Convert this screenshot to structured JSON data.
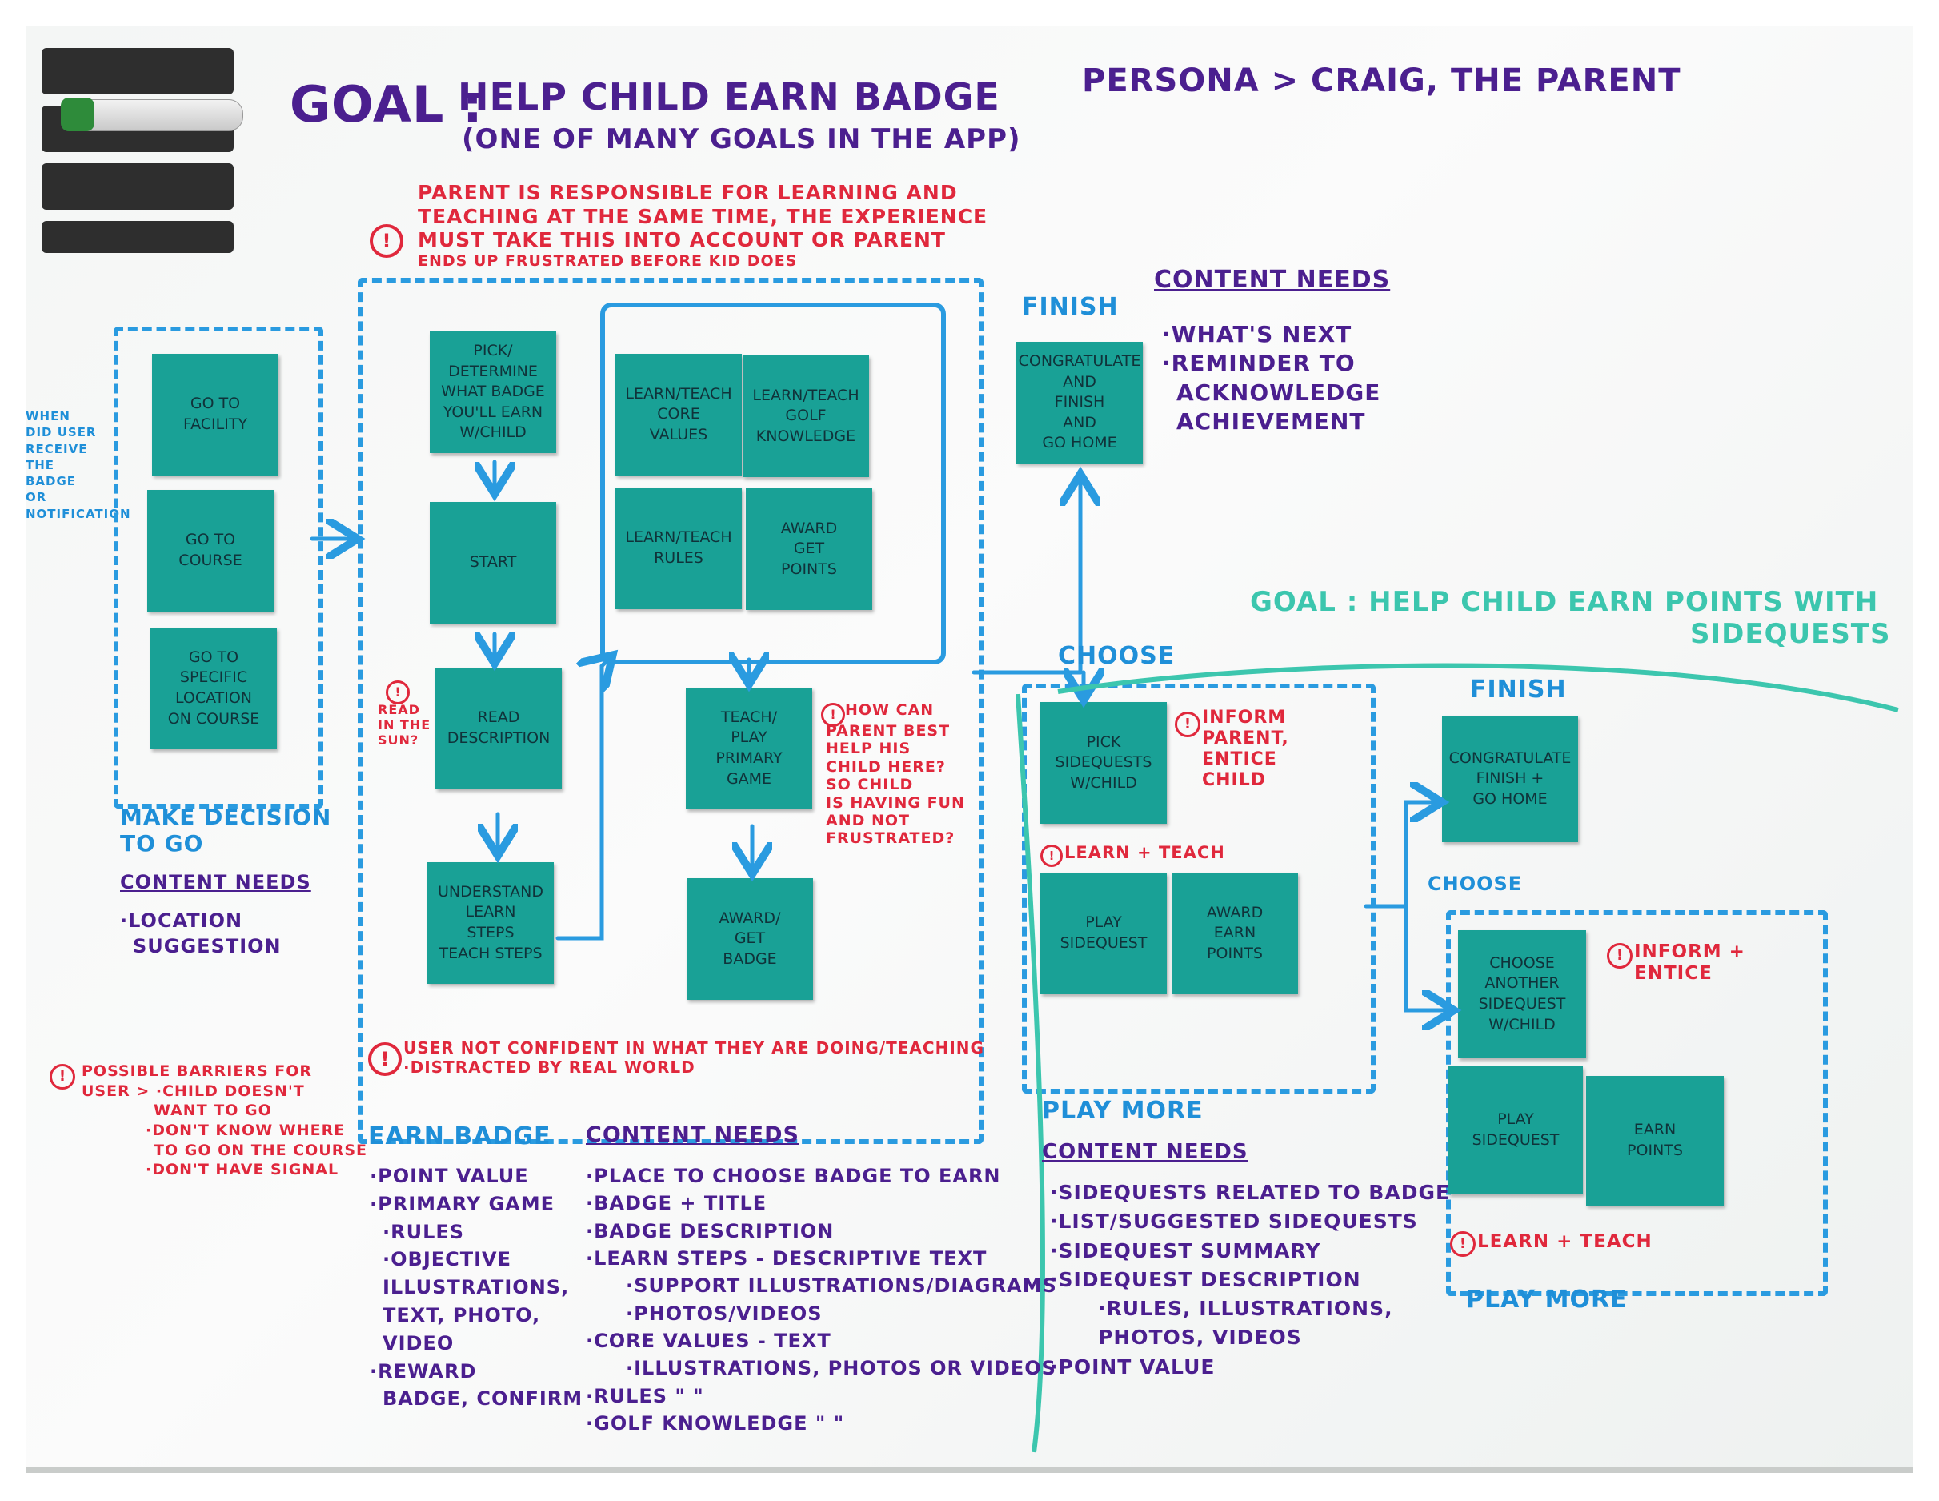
{
  "header": {
    "goal_label": "GOAL :",
    "goal_main": "HELP CHILD EARN BADGE",
    "goal_sub": "(ONE OF MANY GOALS IN THE APP)",
    "persona": "PERSONA > CRAIG, THE PARENT"
  },
  "warning_top": [
    "PARENT IS RESPONSIBLE FOR LEARNING AND",
    "TEACHING AT THE SAME TIME, THE EXPERIENCE",
    "MUST TAKE THIS INTO ACCOUNT OR PARENT",
    "ENDS UP FRUSTRATED BEFORE KID DOES"
  ],
  "left_question": [
    "WHEN",
    "DID USER",
    "RECEIVE",
    "THE",
    "BADGE",
    "OR",
    "NOTIFICATION"
  ],
  "stickies": {
    "go_facility": "GO TO\nFACILITY",
    "go_course": "GO TO\nCOURSE",
    "go_location": "GO TO\nSPECIFIC\nLOCATION\nON COURSE",
    "pick_badge": "PICK/\nDETERMINE\nWHAT BADGE\nYOU'LL EARN\nW/CHILD",
    "start": "START",
    "read_description": "READ\nDESCRIPTION",
    "understand_steps": "UNDERSTAND\nLEARN\nSTEPS\nTEACH STEPS",
    "learn_core_values": "LEARN/TEACH\nCORE\nVALUES",
    "learn_golf": "LEARN/TEACH\nGOLF\nKNOWLEDGE",
    "learn_rules": "LEARN/TEACH\nRULES",
    "award_points": "AWARD\nGET\nPOINTS",
    "teach_play": "TEACH/\nPLAY\nPRIMARY\nGAME",
    "award_badge": "AWARD/\nGET\nBADGE",
    "congratulate_1": "CONGRATULATE\nAND\nFINISH\nAND\nGO HOME",
    "pick_sidequests": "PICK\nSIDEQUESTS\nW/CHILD",
    "play_sidequest_1": "PLAY\nSIDEQUEST",
    "award_earn_points": "AWARD\nEARN\nPOINTS",
    "congratulate_2": "CONGRATULATE\nFINISH +\nGO HOME",
    "choose_another": "CHOOSE\nANOTHER\nSIDEQUEST\nW/CHILD",
    "play_sidequest_2": "PLAY\nSIDEQUEST",
    "earn_points": "EARN\nPOINTS"
  },
  "labels": {
    "read_sun": [
      "READ",
      "IN THE",
      "SUN?"
    ],
    "how_can": [
      "HOW CAN",
      "PARENT BEST",
      "HELP HIS",
      "CHILD HERE?",
      "SO CHILD",
      "IS HAVING FUN",
      "AND NOT",
      "FRUSTRATED?"
    ],
    "user_not_confident": [
      "USER NOT CONFIDENT IN WHAT THEY ARE DOING/TEACHING",
      "·DISTRACTED BY REAL WORLD"
    ],
    "barriers": [
      "POSSIBLE BARRIERS FOR",
      "USER >  ·CHILD DOESN'T",
      "WANT TO GO",
      "·DON'T KNOW WHERE",
      "TO GO ON THE COURSE",
      "·DON'T HAVE SIGNAL"
    ],
    "make_decision": [
      "MAKE DECISION",
      "TO GO"
    ],
    "content_needs": "CONTENT NEEDS",
    "make_decision_needs": [
      "·LOCATION",
      "SUGGESTION"
    ],
    "finish": "FINISH",
    "choose": "CHOOSE",
    "finish_needs": [
      "·WHAT'S NEXT",
      "·REMINDER TO",
      "ACKNOWLEDGE",
      "ACHIEVEMENT"
    ],
    "goal2": [
      "GOAL : HELP CHILD EARN POINTS WITH",
      "SIDEQUESTS"
    ],
    "inform_parent": [
      "INFORM",
      "PARENT,",
      "ENTICE",
      "CHILD"
    ],
    "learn_teach": "LEARN + TEACH",
    "inform_entice": [
      "INFORM +",
      "ENTICE"
    ],
    "play_more": "PLAY MORE",
    "earn_badge": "EARN BADGE",
    "earn_badge_left": [
      "·POINT VALUE",
      "·PRIMARY GAME",
      "·RULES",
      "·OBJECTIVE",
      "ILLUSTRATIONS,",
      "TEXT, PHOTO,",
      "VIDEO",
      "·REWARD",
      "BADGE, CONFIRM"
    ],
    "earn_badge_needs": [
      "·PLACE TO CHOOSE BADGE TO EARN",
      "·BADGE + TITLE",
      "·BADGE DESCRIPTION",
      "·LEARN STEPS - DESCRIPTIVE TEXT",
      "·SUPPORT ILLUSTRATIONS/DIAGRAMS",
      "·PHOTOS/VIDEOS",
      "·CORE VALUES - TEXT",
      "·ILLUSTRATIONS, PHOTOS OR VIDEOS",
      "·RULES \"          \"",
      "·GOLF KNOWLEDGE \"          \""
    ],
    "play_more_needs": [
      "·SIDEQUESTS RELATED TO BADGE",
      "·LIST/SUGGESTED SIDEQUESTS",
      "·SIDEQUEST SUMMARY",
      "·SIDEQUEST DESCRIPTION",
      "·RULES, ILLUSTRATIONS,",
      "PHOTOS, VIDEOS",
      "·POINT VALUE"
    ]
  },
  "colors": {
    "note": "#19a196",
    "purple": "#4b1f8f",
    "red": "#e0283c",
    "blue": "#1f8fd8",
    "teal": "#3cc6ae"
  }
}
